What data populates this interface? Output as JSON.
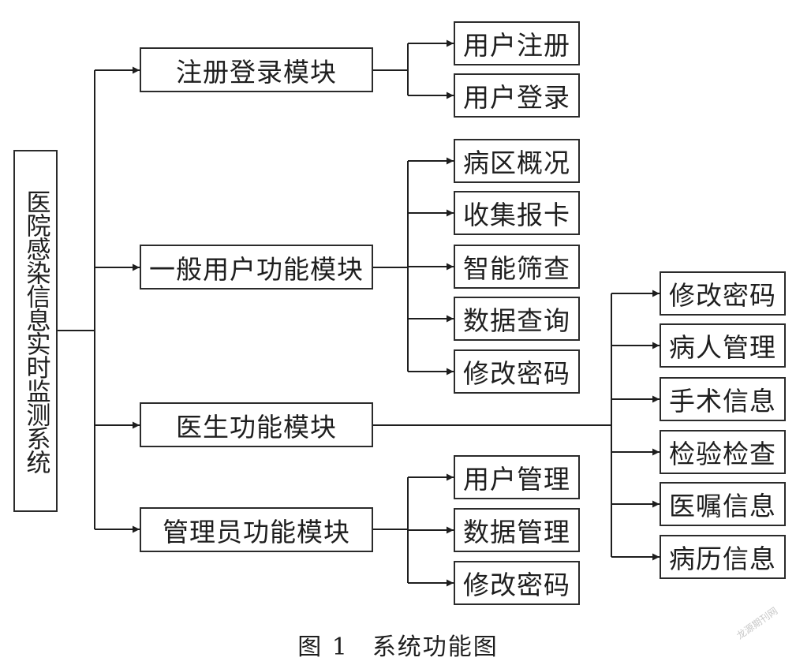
{
  "root": "医院感染信息实时监测系统",
  "modules": [
    {
      "label": "注册登录模块",
      "children": [
        "用户注册",
        "用户登录"
      ]
    },
    {
      "label": "一般用户功能模块",
      "children": [
        "病区概况",
        "收集报卡",
        "智能筛查",
        "数据查询",
        "修改密码"
      ]
    },
    {
      "label": "医生功能模块",
      "children": [
        "修改密码",
        "病人管理",
        "手术信息",
        "检验检查",
        "医嘱信息",
        "病历信息"
      ]
    },
    {
      "label": "管理员功能模块",
      "children": [
        "用户管理",
        "数据管理",
        "修改密码"
      ]
    }
  ],
  "caption": {
    "number": "图 1",
    "title": "系统功能图"
  },
  "watermark": "龙源期刊网"
}
